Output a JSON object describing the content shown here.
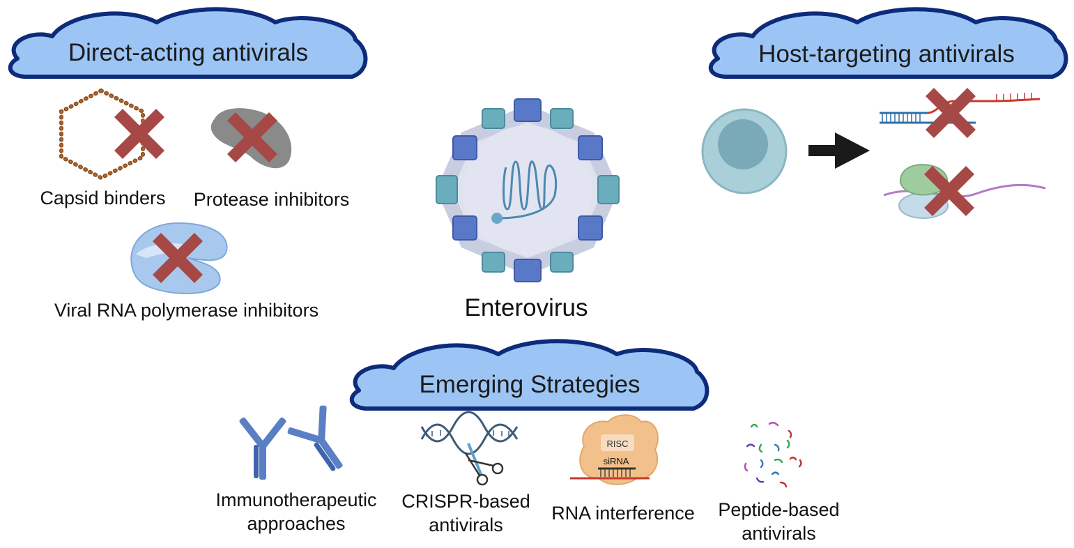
{
  "colors": {
    "cloud_fill": "#9cc5f5",
    "cloud_stroke": "#0d2b7a",
    "x_mark": "#a64845",
    "capsid_blue": "#5a78c8",
    "capsid_teal": "#6aaebe",
    "capsid_gray": "#9aa4bb",
    "arrow": "#1a1a1a"
  },
  "clouds": {
    "direct": "Direct-acting antivirals",
    "host": "Host-targeting antivirals",
    "emerging": "Emerging Strategies"
  },
  "direct_acting": {
    "capsid_binders": "Capsid binders",
    "protease_inhibitors": "Protease inhibitors",
    "polymerase_inhibitors": "Viral RNA polymerase inhibitors"
  },
  "center": {
    "label": "Enterovirus"
  },
  "emerging": {
    "immuno_line1": "Immunotherapeutic",
    "immuno_line2": "approaches",
    "crispr_line1": "CRISPR-based",
    "crispr_line2": "antivirals",
    "rnai": "RNA interference",
    "risc": "RISC",
    "sirna": "siRNA",
    "peptide_line1": "Peptide-based",
    "peptide_line2": "antivirals"
  },
  "icons": [
    "capsid-hexagon-icon",
    "protease-blob-icon",
    "polymerase-icon",
    "enterovirus-icon",
    "host-cell-icon",
    "arrow-right-icon",
    "rna-duplex-icon",
    "ribosome-icon",
    "antibody-icon",
    "dna-scissors-icon",
    "risc-complex-icon",
    "peptides-icon"
  ]
}
